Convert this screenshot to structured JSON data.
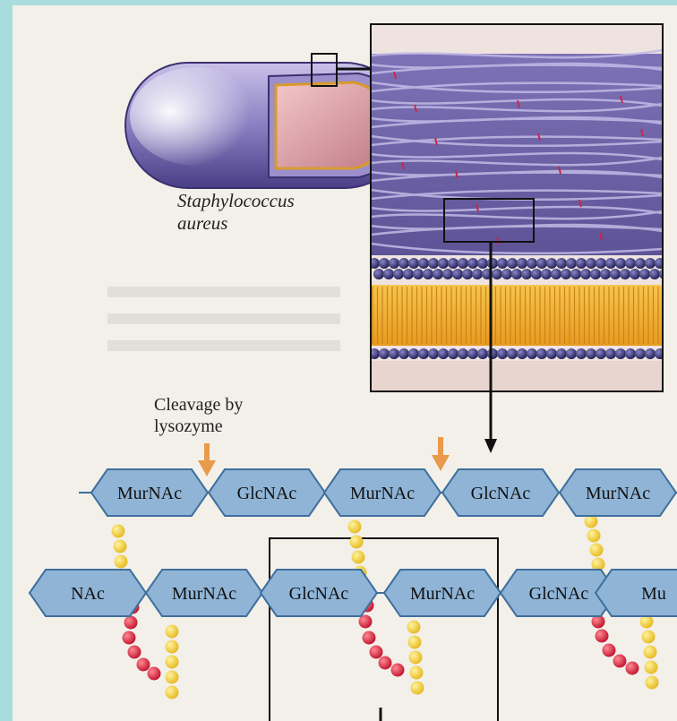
{
  "organism": {
    "line1": "Staphylococcus",
    "line2": "aureus"
  },
  "cleavage": {
    "line1": "Cleavage by",
    "line2": "lysozyme"
  },
  "chain_top": [
    "MurNAc",
    "GlcNAc",
    "MurNAc",
    "GlcNAc",
    "MurNAc"
  ],
  "chain_bottom": [
    "NAc",
    "MurNAc",
    "GlcNAc",
    "MurNAc",
    "GlcNAc",
    "Mu"
  ],
  "colors": {
    "hexagon_fill": "#8fb4d6",
    "hexagon_stroke": "#3f6f9c",
    "membrane_bead": "#2c2a66",
    "lipid_band": "#f0b12e",
    "peptide_yellow": "#f6d830",
    "peptide_red": "#d81e3a",
    "arrow_orange": "#e99a4a",
    "cell_wall_fibers": "#6d62a6"
  }
}
